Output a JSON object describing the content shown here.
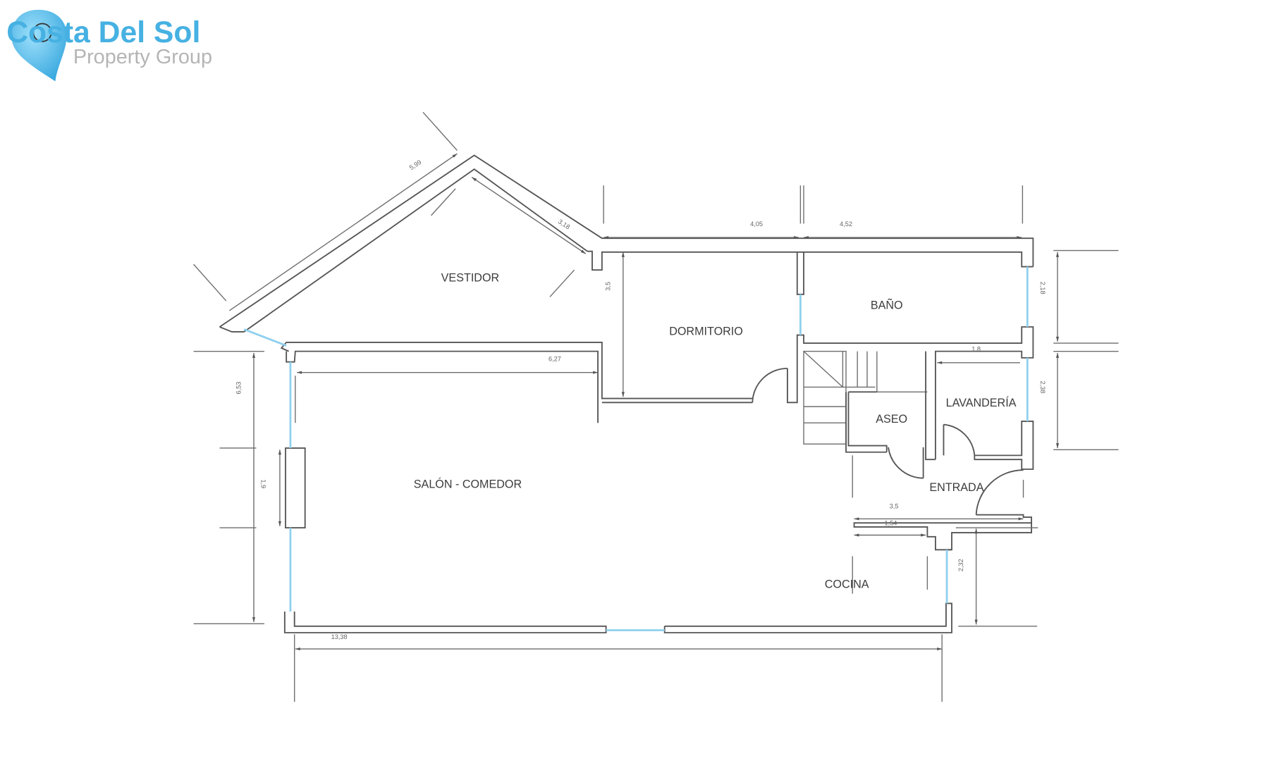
{
  "logo": {
    "brand": "Costa Del Sol",
    "subtitle": "Property Group",
    "colors": {
      "brand": "#46b1e2",
      "subtitle": "#b5b5b5",
      "pin": "#5cc2ee"
    }
  },
  "rooms": {
    "vestidor": "VESTIDOR",
    "dormitorio": "DORMITORIO",
    "bano": "BAÑO",
    "aseo": "ASEO",
    "lavanderia": "LAVANDERÍA",
    "entrada": "ENTRADA",
    "salon": "SALÓN - COMEDOR",
    "cocina": "COCINA"
  },
  "dimensions": {
    "vestidor_outer": "5,99",
    "vestidor_inner": "3,18",
    "top_left": "4,05",
    "top_right": "4,52",
    "dormitorio_height": "3,5",
    "bano_height": "2,18",
    "lavanderia_height": "2,38",
    "lavanderia_width": "1,8",
    "salon_top": "6,27",
    "salon_height": "6,53",
    "window_left": "1,9",
    "entrada_width": "3,5",
    "cocina_partial": "1,54",
    "cocina_height": "2,32",
    "total_width": "13,38"
  },
  "colors": {
    "wall": "#555555",
    "window": "#8fd0ee"
  }
}
